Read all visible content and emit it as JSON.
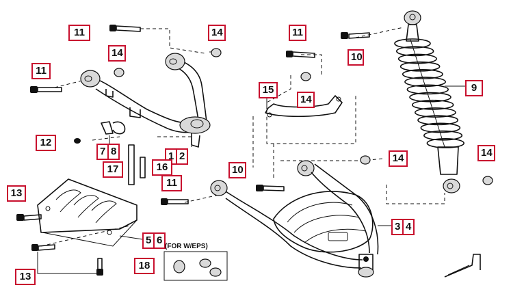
{
  "callouts": {
    "c11_top": "11",
    "c14_top_right": "14",
    "c14_upper_left": "14",
    "c11_left": "11",
    "c11_center": "11",
    "c10_top": "10",
    "c9": "9",
    "c15": "15",
    "c14_center": "14",
    "c12": "12",
    "c7": "7",
    "c8": "8",
    "c1": "1",
    "c2": "2",
    "c17": "17",
    "c16": "16",
    "c10_mid": "10",
    "c14_mid": "14",
    "c14_far_right": "14",
    "c11_lower": "11",
    "c13_upper": "13",
    "c5": "5",
    "c6": "6",
    "c3": "3",
    "c4": "4",
    "c18": "18",
    "c13_lower": "13"
  },
  "note": "(FOR W/EPS)"
}
